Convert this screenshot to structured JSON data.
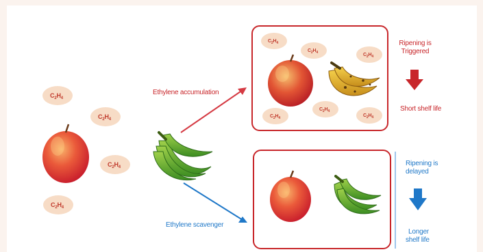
{
  "molecule": {
    "C": "C",
    "sub": "2",
    "H": "H",
    "sub2": "4"
  },
  "left_cluster": {
    "molecules": [
      "C2H4",
      "C2H4",
      "C2H4",
      "C2H4"
    ]
  },
  "arrows": {
    "top_label": "Ethylene accumulation",
    "bottom_label": "Ethylene scavenger",
    "top_color": "#d53a43",
    "bottom_color": "#1f78c8"
  },
  "top_panel": {
    "outcome_line1": "Ripening is",
    "outcome_line2": "Triggered",
    "result": "Short shelf life",
    "border_color": "#c8262a"
  },
  "bottom_panel": {
    "outcome_line1": "Ripening is",
    "outcome_line2": "delayed",
    "result_line1": "Longer",
    "result_line2": "shelf life",
    "border_color": "#c8262a",
    "divider_color": "#7fb3e6"
  },
  "colors": {
    "molecule_fill": "#f7dcc6",
    "molecule_text": "#c0392b",
    "down_arrow_red": "#c8262a",
    "down_arrow_blue": "#1f78c8"
  }
}
